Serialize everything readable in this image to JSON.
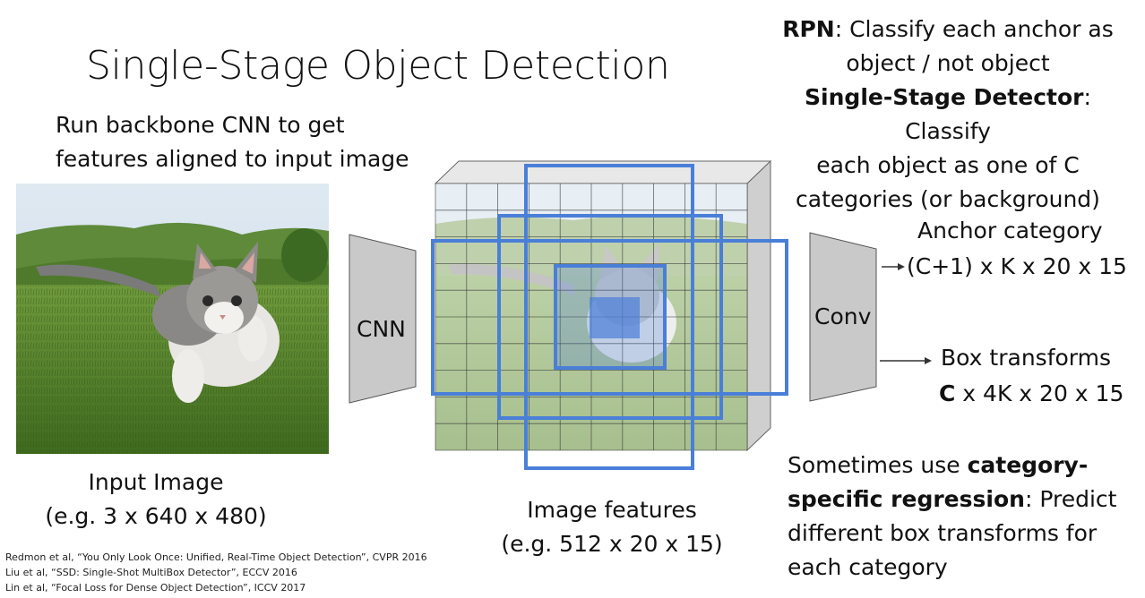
{
  "title": "Single-Stage Object Detection",
  "backbone_note": [
    "Run backbone CNN to get",
    "features aligned to input image"
  ],
  "input_image": {
    "label_line1": "Input Image",
    "label_line2": "(e.g. 3 x 640 x 480)"
  },
  "cnn_label": "CNN",
  "conv_label": "Conv",
  "features": {
    "label_line1": "Image features",
    "label_line2": "(e.g. 512 x 20 x 15)"
  },
  "rpn_note": {
    "rpn_bold": "RPN",
    "rpn_rest": ": Classify each anchor as",
    "rpn_line2": "object / not object",
    "ssd_bold": "Single-Stage Detector",
    "ssd_rest": ": Classify",
    "ssd_line2": "each object as one of C",
    "ssd_line3": "categories (or background)"
  },
  "outputs": {
    "anchor_category": "Anchor category",
    "anchor_shape": "(C+1) x K x 20 x 15",
    "box_transforms": "Box transforms",
    "box_bold": "C",
    "box_shape": " x 4K x 20 x 15"
  },
  "regression_note": {
    "line1_plain": "Sometimes use ",
    "line1_bold": "category-",
    "line2_bold": "specific regression",
    "line2_plain": ": Predict",
    "line3": "different box transforms for",
    "line4": "each category"
  },
  "references": [
    "Redmon et al, “You Only Look Once:  Unified, Real-Time Object Detection”, CVPR 2016",
    "Liu et al, “SSD: Single-Shot MultiBox Detector”, ECCV 2016",
    "Lin et al, “Focal Loss for Dense Object Detection”, ICCV 2017"
  ],
  "colors": {
    "anchor_box": "#4a7fd8",
    "block": "#c9c9c9",
    "grid": "#333333"
  }
}
